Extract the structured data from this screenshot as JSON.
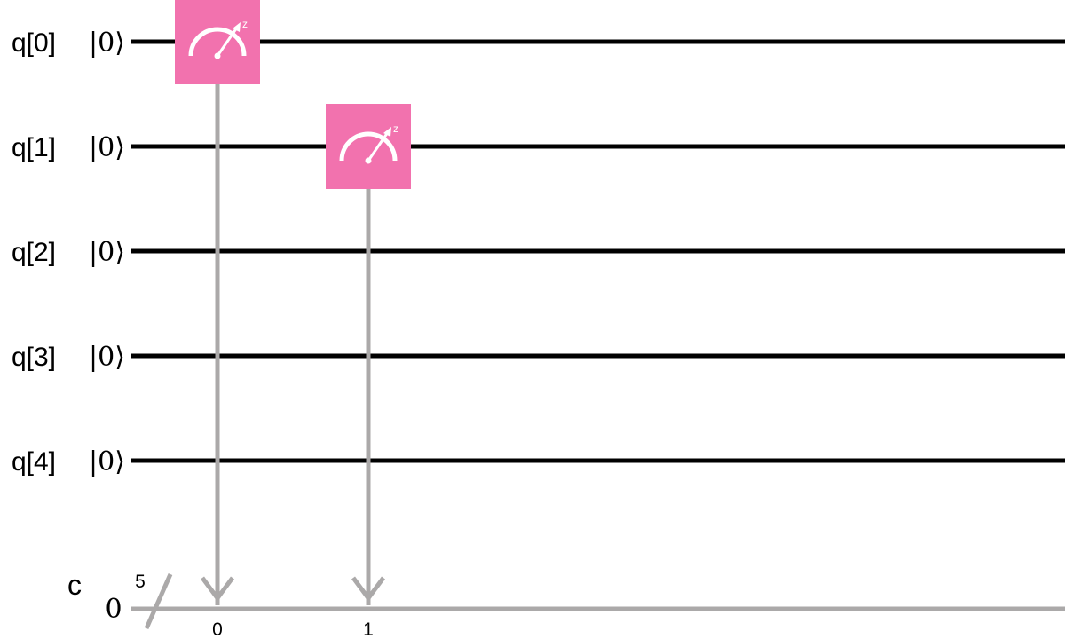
{
  "qubits": [
    {
      "label": "q[0]",
      "init": "|0⟩"
    },
    {
      "label": "q[1]",
      "init": "|0⟩"
    },
    {
      "label": "q[2]",
      "init": "|0⟩"
    },
    {
      "label": "q[3]",
      "init": "|0⟩"
    },
    {
      "label": "q[4]",
      "init": "|0⟩"
    }
  ],
  "classical_register": {
    "label": "c",
    "size": "5",
    "init": "0"
  },
  "measurements": [
    {
      "qubit": 0,
      "bit": "0",
      "basis": "z"
    },
    {
      "qubit": 1,
      "bit": "1",
      "basis": "z"
    }
  ],
  "colors": {
    "measure_gate": "#F272AE",
    "quantum_wire": "#000000",
    "classical_wire": "#ABA9A9",
    "gate_icon": "#ffffff"
  }
}
